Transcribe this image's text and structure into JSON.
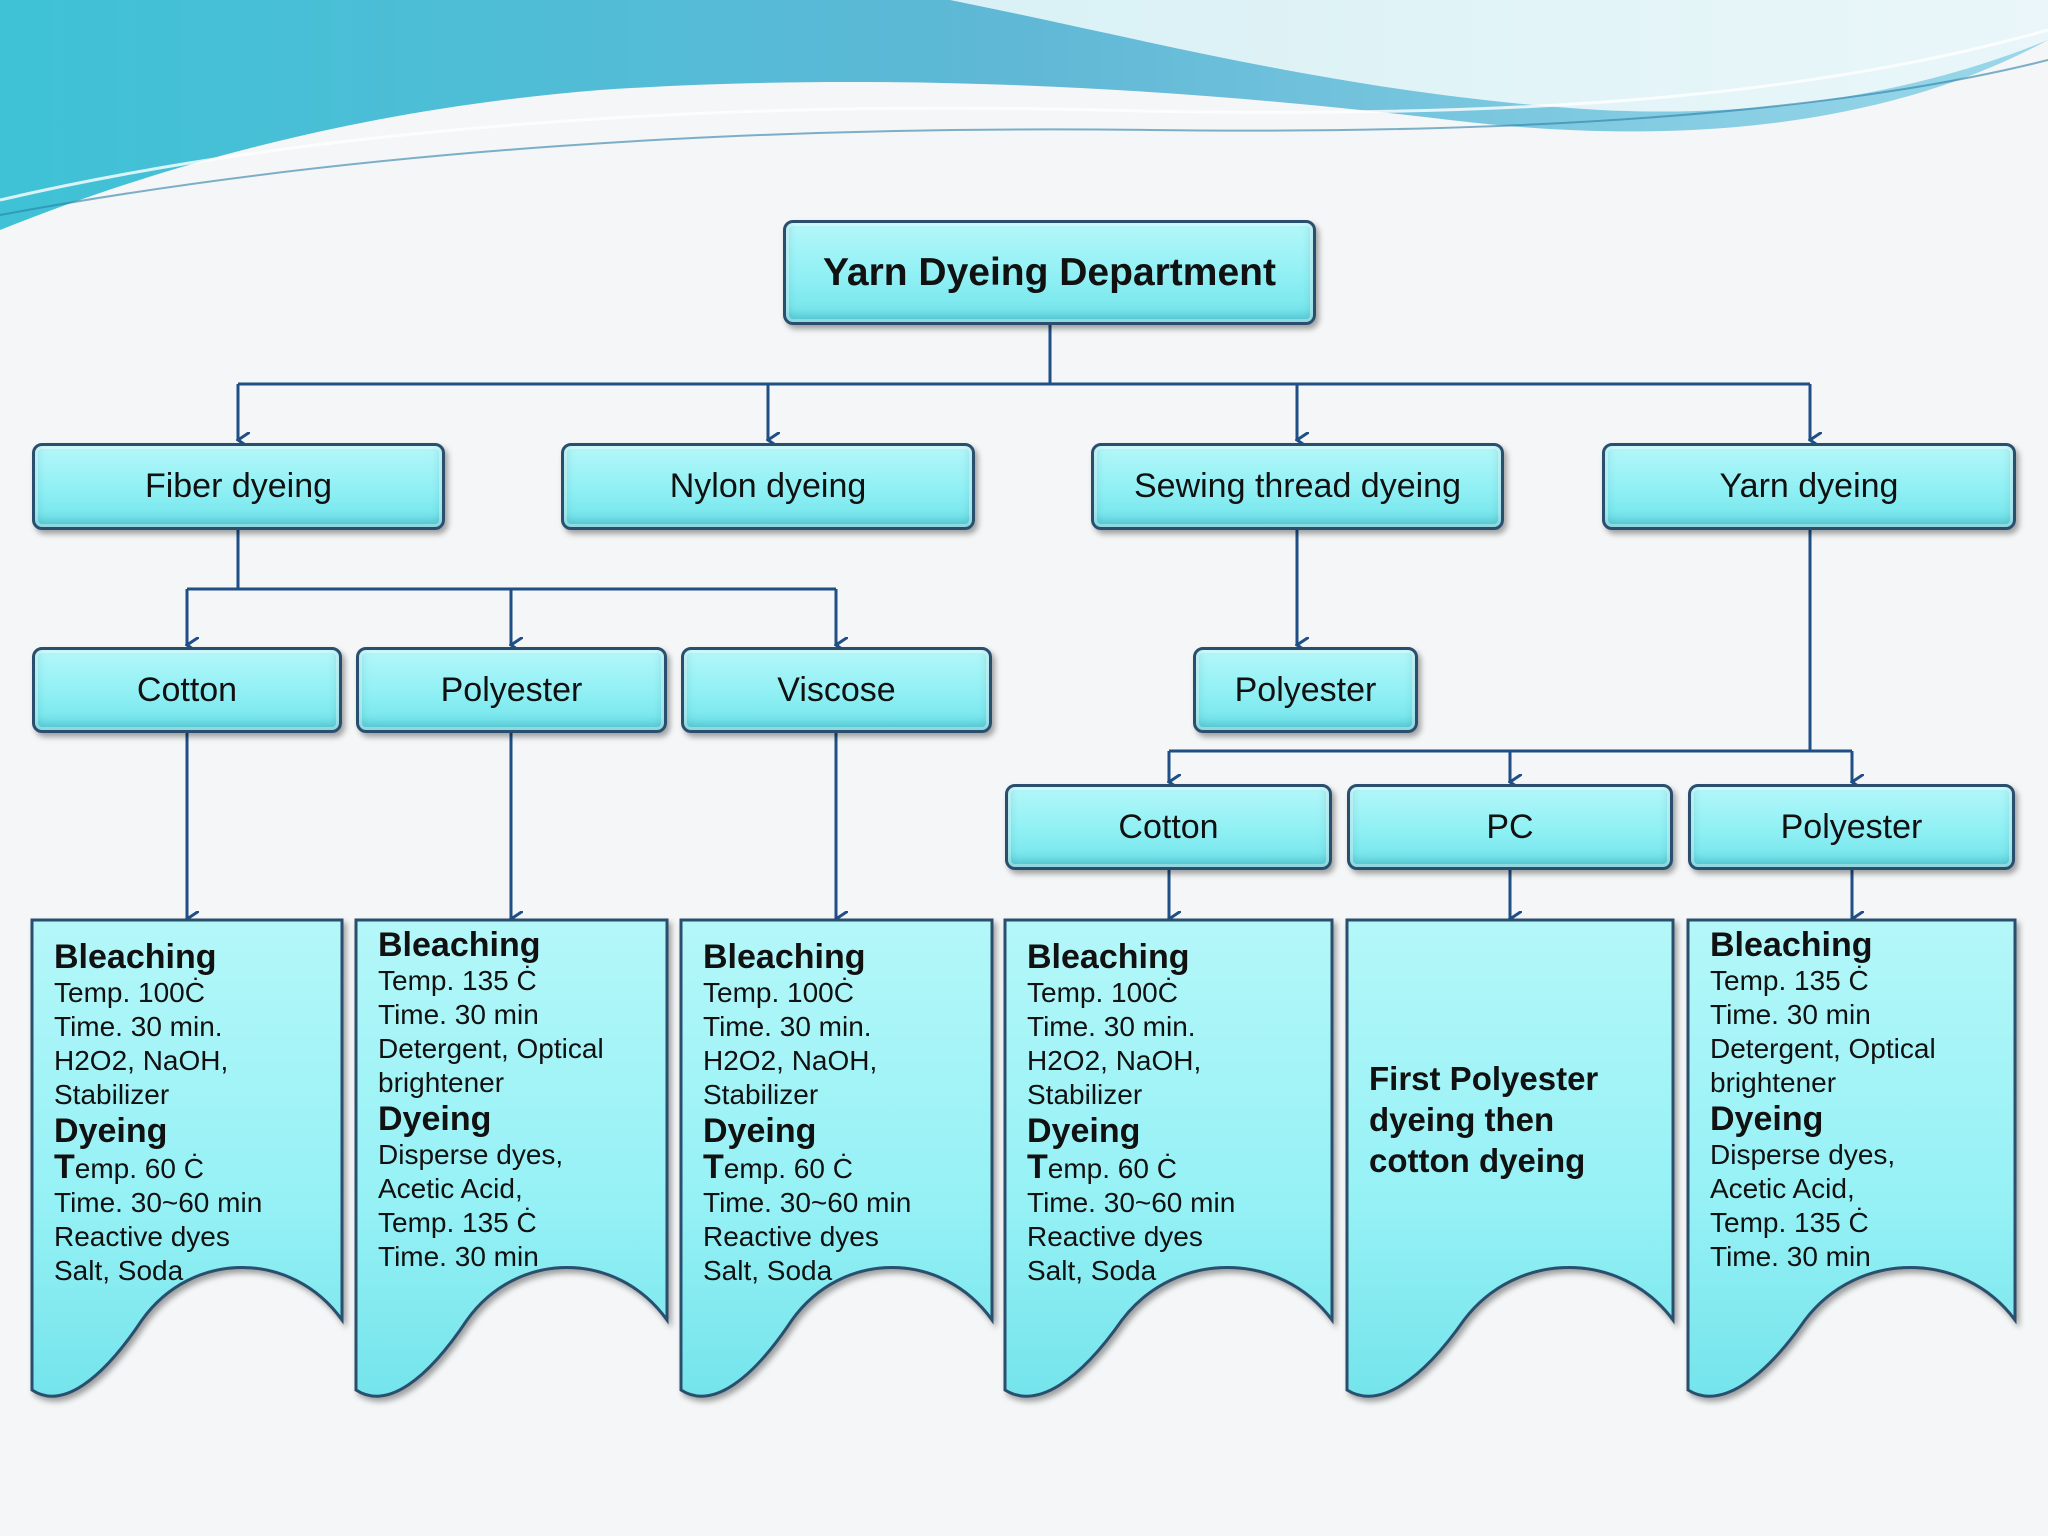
{
  "colors": {
    "box_fill": "#8ff0f4",
    "box_border": "#2a4f6e",
    "connector": "#1f4f86",
    "wave": "#4cc3d9"
  },
  "root": {
    "label": "Yarn Dyeing Department"
  },
  "level1": {
    "fiber": "Fiber dyeing",
    "nylon": "Nylon dyeing",
    "sewing": "Sewing thread dyeing",
    "yarn": "Yarn dyeing"
  },
  "level2": {
    "fiber_cotton": "Cotton",
    "fiber_polyester": "Polyester",
    "fiber_viscose": "Viscose",
    "sewing_polyester": "Polyester"
  },
  "level3": {
    "yarn_cotton": "Cotton",
    "yarn_pc": "PC",
    "yarn_polyester": "Polyester"
  },
  "details": {
    "cotton": {
      "bleach_head": "Bleaching",
      "bleach_lines": [
        "Temp. 100Ċ",
        "Time. 30 min.",
        "H2O2, NaOH,",
        "Stabilizer"
      ],
      "dye_head": "Dyeing",
      "dye_temp_initial": "T",
      "dye_temp_rest": "emp. 60 Ċ",
      "dye_lines": [
        "Time. 30~60 min",
        "Reactive dyes",
        "Salt, Soda"
      ]
    },
    "polyester": {
      "bleach_head": "Bleaching",
      "bleach_lines": [
        "Temp. 135 Ċ",
        "Time. 30 min",
        "Detergent, Optical",
        "brightener"
      ],
      "dye_head": "Dyeing",
      "dye_lines": [
        "Disperse dyes,",
        "Acetic Acid,",
        "Temp. 135 Ċ",
        "Time.  30 min"
      ]
    },
    "pc_note": [
      "First Polyester",
      "dyeing then",
      "cotton dyeing"
    ]
  }
}
